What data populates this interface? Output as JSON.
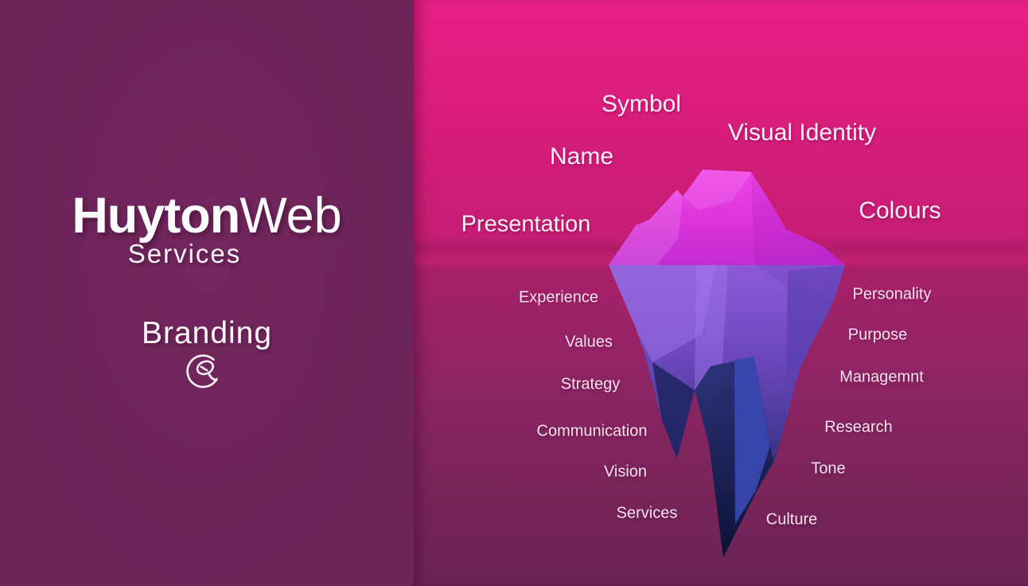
{
  "left_panel": {
    "logo_primary": "Huyton",
    "logo_secondary": "Web",
    "logo_subtitle": "Services",
    "title": "Branding",
    "icon": "at-icon"
  },
  "iceberg": {
    "above_water_labels": [
      "Symbol",
      "Visual Identity",
      "Name",
      "Presentation",
      "Colours"
    ],
    "below_water_labels": [
      "Experience",
      "Values",
      "Strategy",
      "Communication",
      "Vision",
      "Services",
      "Personality",
      "Purpose",
      "Managemnt",
      "Research",
      "Tone",
      "Culture"
    ]
  },
  "colors": {
    "left_panel_bg": "#6C2459",
    "right_bg_top": "#E91F86",
    "right_bg_waterline": "#AA2068",
    "right_bg_bottom": "#6A2457",
    "iceberg_above_top": "#F148E9",
    "iceberg_above_bottom": "#C32CD3",
    "iceberg_below_top": "#8D5AD9",
    "iceberg_below_mid": "#4A3A9A",
    "iceberg_below_bottom": "#12193F",
    "label_text": "#FBE9F4"
  }
}
